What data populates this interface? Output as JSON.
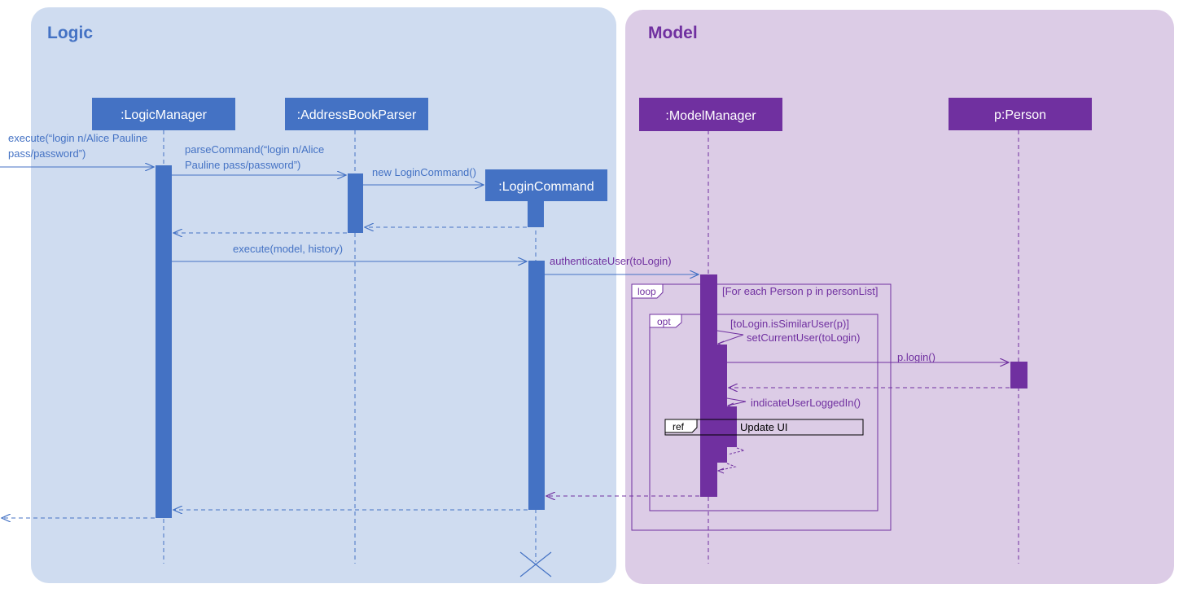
{
  "colors": {
    "logic_bg": "#cfdcf0",
    "model_bg": "#dccce6",
    "logic_accent": "#4472c4",
    "model_accent": "#7030a0",
    "box_text": "#ffffff"
  },
  "regions": {
    "logic_title": "Logic",
    "model_title": "Model"
  },
  "participants": {
    "logic_manager": ":LogicManager",
    "address_book_parser": ":AddressBookParser",
    "login_command": ":LoginCommand",
    "model_manager": ":ModelManager",
    "person": "p:Person"
  },
  "messages": {
    "execute_line1": "execute(“login n/Alice Pauline",
    "execute_line2": "pass/password”)",
    "parse_line1": "parseCommand(“login n/Alice",
    "parse_line2": "Pauline pass/password”)",
    "new_login_command": "new LoginCommand()",
    "execute_model_history": "execute(model, history)",
    "authenticate_user": "authenticateUser(toLogin)",
    "set_current_user": "setCurrentUser(toLogin)",
    "p_login": "p.login()",
    "indicate_user_logged_in": "indicateUserLoggedIn()"
  },
  "fragments": {
    "loop_label": "loop",
    "loop_guard": "[For each Person p in personList]",
    "opt_label": "opt",
    "opt_guard": "[toLogin.isSimilarUser(p)]",
    "ref_label": "ref",
    "ref_text": "Update UI"
  }
}
